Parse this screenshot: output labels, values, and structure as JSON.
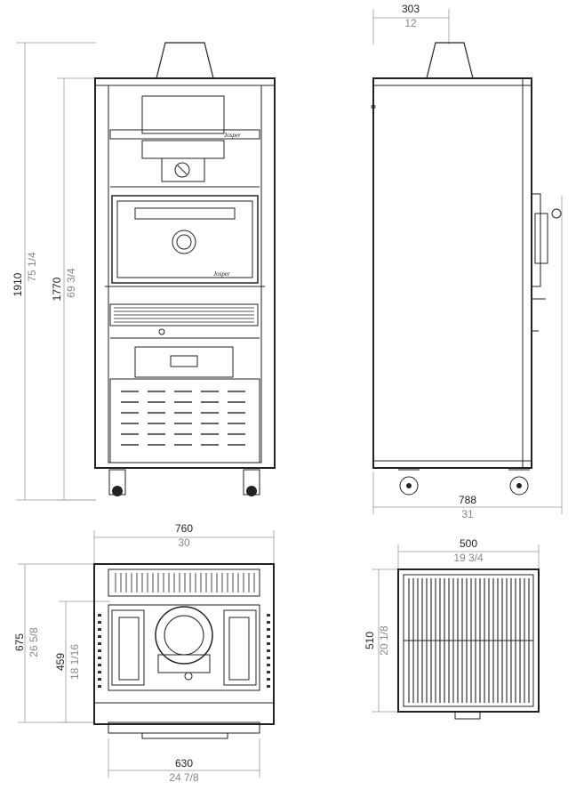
{
  "brand": "Josper",
  "front_view": {
    "height_total": {
      "mm": "1910",
      "in": "75 1/4"
    },
    "height_body": {
      "mm": "1770",
      "in": "69 3/4"
    }
  },
  "side_view": {
    "flue_width": {
      "mm": "303",
      "in": "12"
    },
    "depth": {
      "mm": "788",
      "in": "31"
    }
  },
  "top_view": {
    "width_total": {
      "mm": "760",
      "in": "30"
    },
    "width_body": {
      "mm": "630",
      "in": "24 7/8"
    },
    "depth_total": {
      "mm": "675",
      "in": "26 5/8"
    },
    "depth_inner": {
      "mm": "459",
      "in": "18 1/16"
    }
  },
  "grill_view": {
    "width": {
      "mm": "500",
      "in": "19 3/4"
    },
    "depth": {
      "mm": "510",
      "in": "20 1/8"
    }
  },
  "colors": {
    "line": "#222222",
    "dim": "#999999",
    "sub_text": "#888888"
  }
}
